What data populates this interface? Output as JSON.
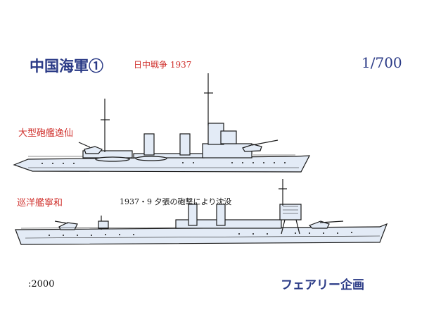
{
  "header": {
    "title": "中国海軍①",
    "subtitle": "日中戦争 1937",
    "scale": "1/700"
  },
  "ships": [
    {
      "name": "大型砲艦逸仙",
      "note": ""
    },
    {
      "name": "巡洋艦寧和",
      "note": "1937・9 夕張の砲撃により沈没"
    }
  ],
  "footer": {
    "code": ":2000",
    "maker": "フェアリー企画"
  },
  "colors": {
    "heading": "#2a3a86",
    "ship_label": "#d0312d",
    "hull_fill": "#e3ebf6",
    "outline": "#1a1a1a"
  }
}
